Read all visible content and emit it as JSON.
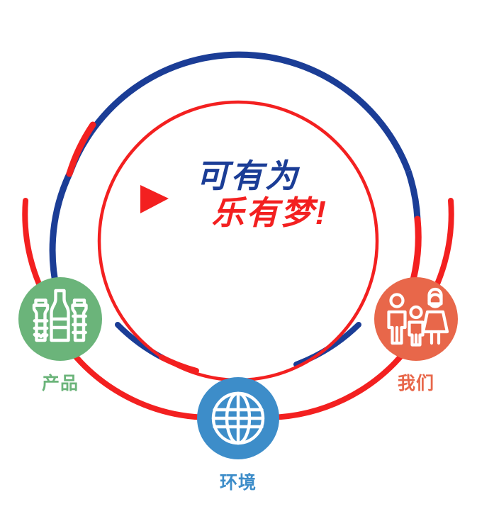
{
  "graphic": {
    "type": "circular-framework-diagram",
    "background_color": "#ffffff",
    "title_line1": "可有为",
    "title_line2": "乐有梦!",
    "title_line1_color": "#1b3d96",
    "title_line2_color": "#f32020",
    "play_triangle_color": "#f32020"
  },
  "palette": {
    "navy": "#1b3d96",
    "red": "#f32020",
    "green": "#6bb47a",
    "blue": "#3d8dc9",
    "orange": "#e8674a",
    "white": "#ffffff"
  },
  "rings": {
    "inner_ring_color": "#f32020",
    "outer_ring_primary_color": "#1b3d96",
    "outer_ring_secondary_color": "#f32020"
  },
  "nodes": [
    {
      "id": "product",
      "label": "产品",
      "label_color": "#6bb47a",
      "circle_color": "#6bb47a",
      "icon": "bottles-icon",
      "position": "left"
    },
    {
      "id": "environment",
      "label": "环境",
      "label_color": "#3d8dc9",
      "circle_color": "#3d8dc9",
      "icon": "globe-icon",
      "position": "bottom"
    },
    {
      "id": "people",
      "label": "我们",
      "label_color": "#e8674a",
      "circle_color": "#e8674a",
      "icon": "family-people-icon",
      "position": "right"
    }
  ]
}
